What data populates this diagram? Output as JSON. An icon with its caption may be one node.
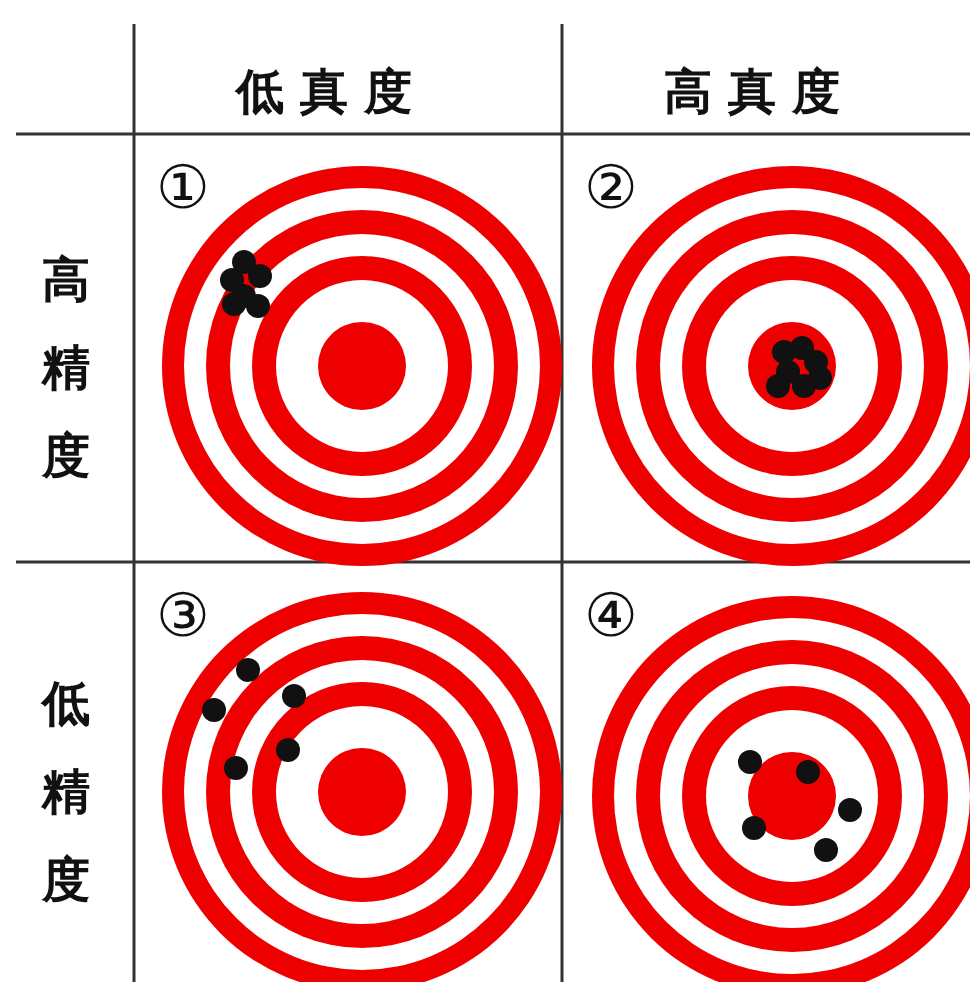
{
  "diagram": {
    "labels": [
      "低真度",
      "高真度",
      "高精度",
      "①",
      "②",
      "低精度",
      "③",
      "④"
    ]
  }
}
